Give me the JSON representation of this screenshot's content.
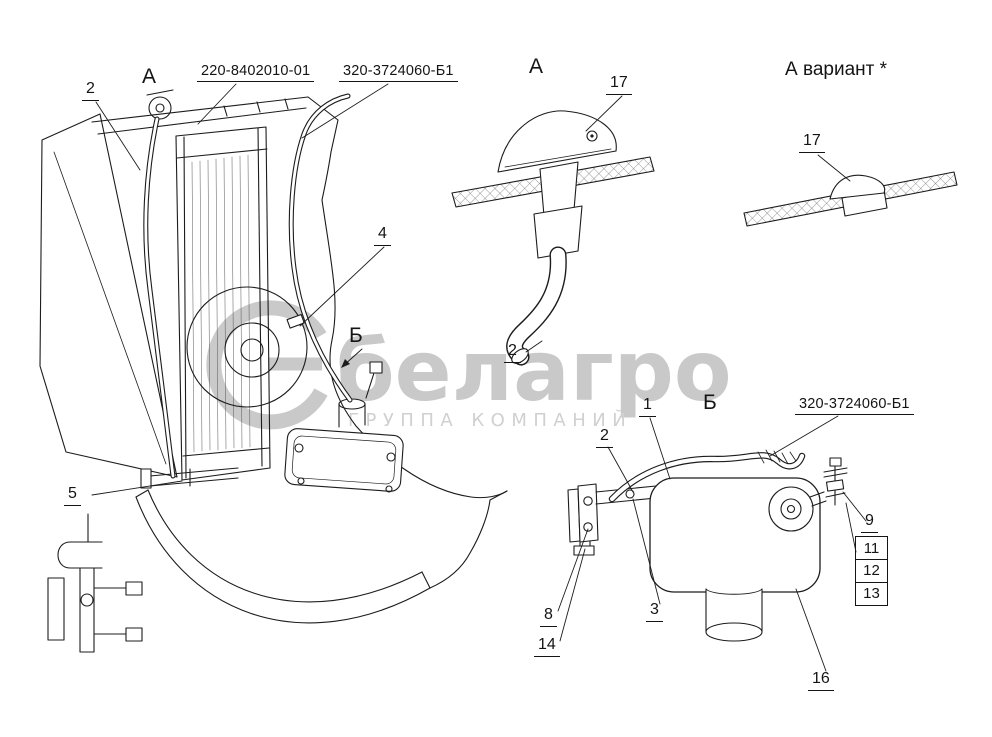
{
  "watermark": {
    "brand": "белагро",
    "subtitle": "ГРУППА КОМПАНИЙ",
    "color": "#c7c7c7"
  },
  "views": {
    "main": {
      "section_marker": "А",
      "b_marker": "Б",
      "callouts": {
        "c2": "2",
        "c4": "4",
        "c5": "5"
      },
      "part_numbers": {
        "p220": "220-8402010-01",
        "p320": "320-3724060-Б1"
      }
    },
    "detail_a": {
      "title": "А",
      "callouts": {
        "c17": "17",
        "c2": "2"
      }
    },
    "variant_a": {
      "title": "А вариант *",
      "callouts": {
        "c17": "17"
      }
    },
    "detail_b": {
      "title": "Б",
      "part_number": "320-3724060-Б1",
      "callouts": {
        "c1": "1",
        "c2": "2",
        "c3": "3",
        "c8": "8",
        "c9": "9",
        "c14": "14",
        "c16": "16"
      },
      "boxed": [
        "11",
        "12",
        "13"
      ]
    }
  }
}
